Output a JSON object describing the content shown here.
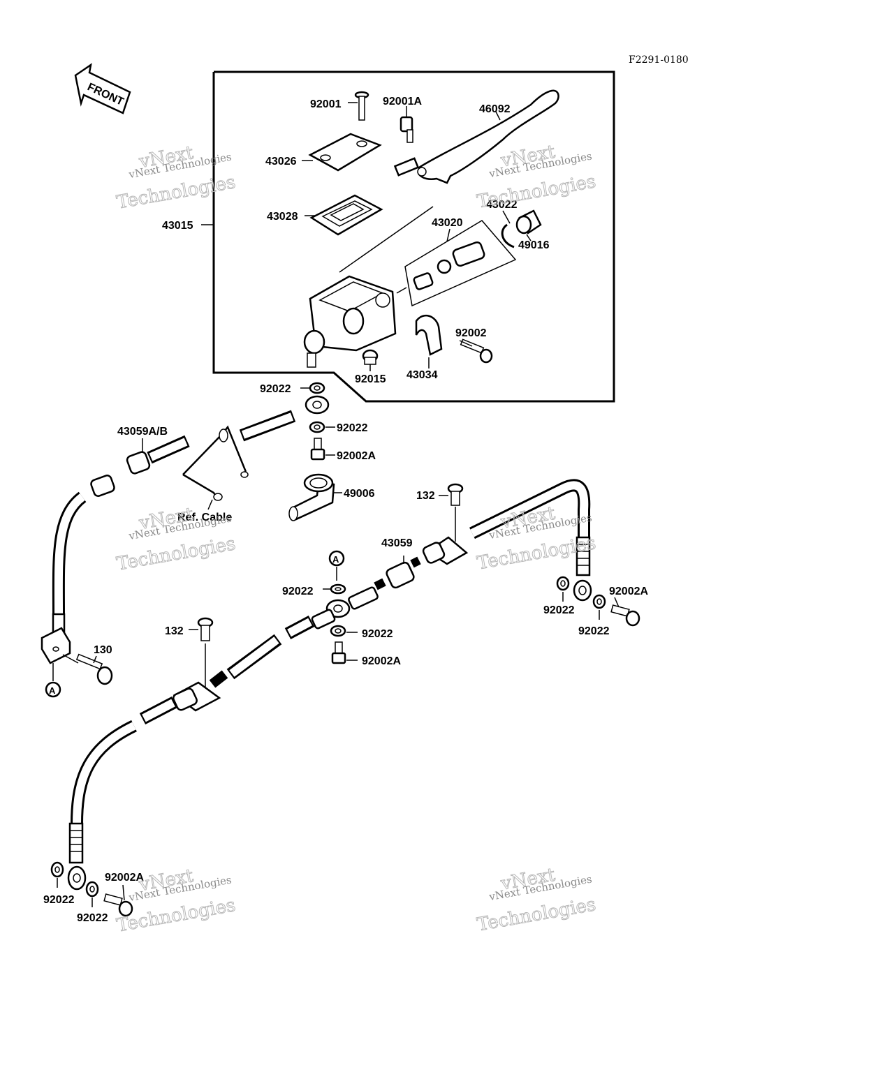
{
  "drawing_code": "F2291-0180",
  "front_label": "FRONT",
  "labels": {
    "l_92001": "92001",
    "l_92001A": "92001A",
    "l_46092": "46092",
    "l_43026": "43026",
    "l_43028": "43028",
    "l_43015": "43015",
    "l_43022": "43022",
    "l_49016": "49016",
    "l_43020": "43020",
    "l_92002": "92002",
    "l_92015": "92015",
    "l_43034": "43034",
    "l_92022_a": "92022",
    "l_92022_b": "92022",
    "l_92002A_a": "92002A",
    "l_43059AB": "43059A/B",
    "l_49006": "49006",
    "l_refcable": "Ref. Cable",
    "l_132_a": "132",
    "l_43059": "43059",
    "l_92022_c": "92022",
    "l_92022_d": "92022",
    "l_92002A_b": "92002A",
    "l_92022_e": "92022",
    "l_92002A_c": "92002A",
    "l_92022_f": "92022",
    "l_132_b": "132",
    "l_130": "130",
    "l_A_1": "A",
    "l_A_2": "A",
    "l_92022_g": "92022",
    "l_92002A_d": "92002A",
    "l_92022_h": "92022"
  },
  "watermarks": {
    "w1a": "vNext",
    "w1b": "vNext Technologies",
    "w1c": "Technologies",
    "w2a": "vNext",
    "w2b": "vNext Technologies",
    "w2c": "Technologies",
    "w3a": "vNext",
    "w3b": "vNext Technologies",
    "w3c": "Technologies",
    "w4a": "vNext",
    "w4b": "vNext Technologies",
    "w4c": "Technologies",
    "w5a": "vNext",
    "w5b": "vNext Technologies",
    "w5c": "Technologies",
    "w6a": "vNext",
    "w6b": "vNext Technologies",
    "w6c": "Technologies"
  }
}
